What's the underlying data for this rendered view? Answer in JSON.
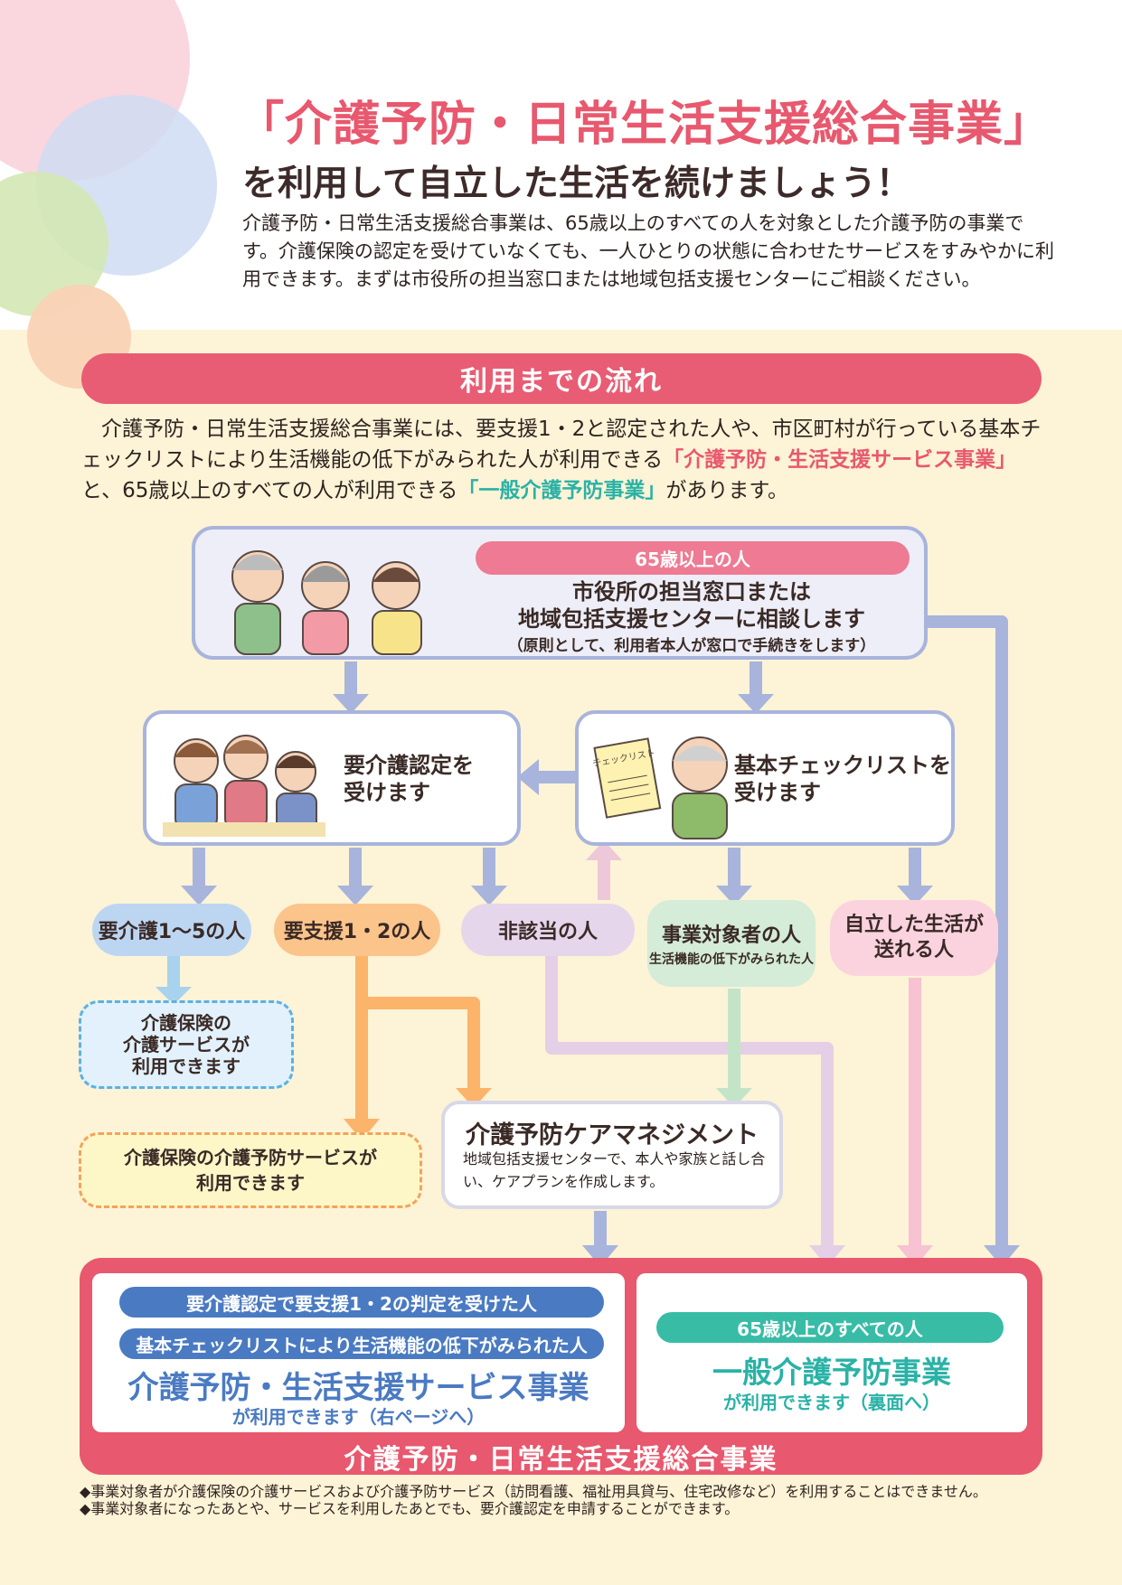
{
  "title": {
    "main": "「介護予防・日常生活支援総合事業」",
    "sub": "を利用して自立した生活を続けましょう！"
  },
  "intro": "介護予防・日常生活支援総合事業は、65歳以上のすべての人を対象とした介護予防の事業です。介護保険の認定を受けていなくても、一人ひとりの状態に合わせたサービスをすみやかに利用できます。まずは市役所の担当窓口または地域包括支援センターにご相談ください。",
  "flow": {
    "header": "利用までの流れ",
    "desc_a": "介護予防・日常生活支援総合事業には、要支援1・2と認定された人や、市区町村が行っている基本チェックリストにより生活機能の低下がみられた人が利用できる",
    "desc_hl1": "「介護予防・生活支援サービス事業」",
    "desc_b": "と、65歳以上のすべての人が利用できる",
    "desc_hl2": "「一般介護予防事業」",
    "desc_c": "があります。"
  },
  "top_box": {
    "pill": "65歳以上の人",
    "line1": "市役所の担当窓口または",
    "line2": "地域包括支援センターに相談します",
    "note": "（原則として、利用者本人が窓口で手続きをします）"
  },
  "cert_box": {
    "line1": "要介護認定を",
    "line2": "受けます"
  },
  "check_box": {
    "line1": "基本チェックリストを",
    "line2": "受けます",
    "sheet_label": "チェックリスト"
  },
  "results": {
    "care": "要介護1〜5の人",
    "support": "要支援1・2の人",
    "non": "非該当の人",
    "target_title": "事業対象者の人",
    "target_note": "生活機能の低下がみられた人",
    "indep_line1": "自立した生活が",
    "indep_line2": "送れる人"
  },
  "kaigo_box": {
    "line1": "介護保険の",
    "line2": "介護サービスが",
    "line3": "利用できます"
  },
  "yobo_box": {
    "line1": "介護保険の介護予防サービスが",
    "line2": "利用できます"
  },
  "mgmt_box": {
    "title": "介護予防ケアマネジメント",
    "desc": "地域包括支援センターで、本人や家族と話し合い、ケアプランを作成します。"
  },
  "bottom": {
    "left_pill1": "要介護認定で要支援1・2の判定を受けた人",
    "left_pill2": "基本チェックリストにより生活機能の低下がみられた人",
    "left_title": "介護予防・生活支援サービス事業",
    "left_sub": "が利用できます（右ページへ）",
    "right_pill": "65歳以上のすべての人",
    "right_title": "一般介護予防事業",
    "right_sub": "が利用できます（裏面へ）",
    "label": "介護予防・日常生活支援総合事業"
  },
  "notes": [
    "◆事業対象者が介護保険の介護サービスおよび介護予防サービス（訪問看護、福祉用具貸与、住宅改修など）を利用することはできません。",
    "◆事業対象者になったあとや、サービスを利用したあとでも、要介護認定を申請することができます。"
  ],
  "colors": {
    "accent_pink": "#e8586e",
    "accent_blue": "#4a7ac2",
    "accent_teal": "#2ab2a6",
    "cream": "#fdf3d6",
    "arrow_blue": "#a8b4dc"
  }
}
